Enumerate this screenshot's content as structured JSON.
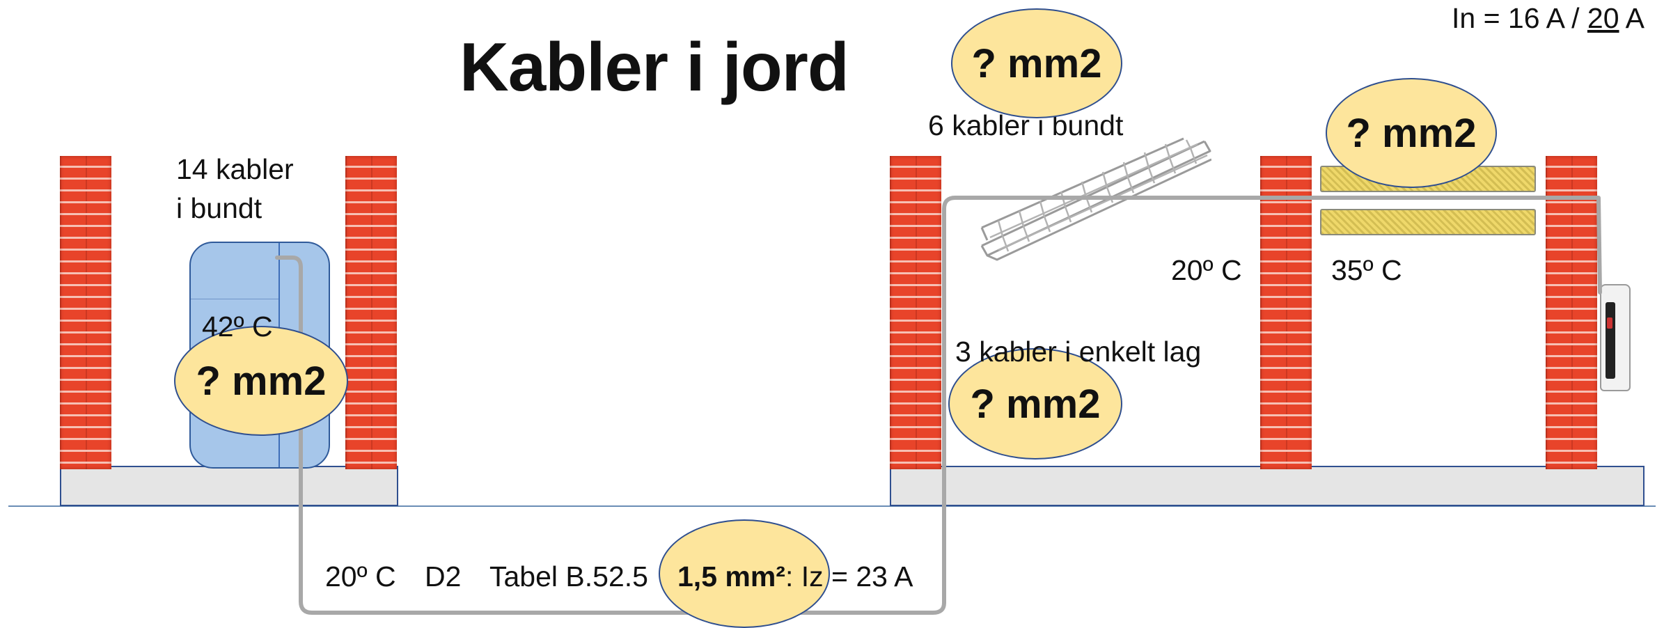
{
  "title": "Kabler i jord",
  "current": {
    "prefix": "In = 16 A / ",
    "underlined": "20",
    "suffix": " A"
  },
  "bubble_label": "? mm2",
  "left_section": {
    "cable_line1": "14 kabler",
    "cable_line2": "i bundt",
    "temperature": "42º C"
  },
  "right_section": {
    "bundle_label": "6 kabler i bundt",
    "temp_room": "20º C",
    "temp_insulated": "35º C",
    "layer_label": "3 kabler i enkelt lag"
  },
  "ground_row": {
    "temperature": "20º C",
    "method": "D2",
    "table": "Tabel B.52.5",
    "result_bold": "1,5 mm²",
    "result_rest": ": Iz = 23 A"
  },
  "colors": {
    "bubble_fill": "#fde59c",
    "bubble_border": "#2f4f8f",
    "brick": "#e8442a",
    "cable": "#a6a6a6",
    "tank": "#a6c6ea"
  },
  "icons": [
    "cable-tray-icon",
    "ev-charger-icon",
    "insulation-panel-icon"
  ]
}
